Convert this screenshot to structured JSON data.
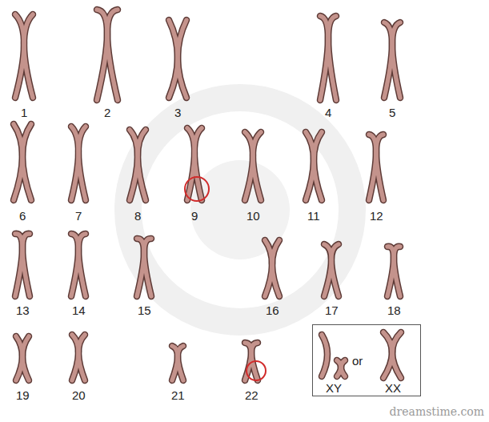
{
  "diagram": {
    "nodes": [
      {
        "text": [
          "or",
          "XY",
          "XX"
        ]
      }
    ],
    "labels": [
      "1",
      "2",
      "3",
      "4",
      "5",
      "6",
      "7",
      "8",
      "9",
      "10",
      "11",
      "12",
      "13",
      "14",
      "15",
      "16",
      "17",
      "18",
      "19",
      "20",
      "21",
      "22",
      "dreamstime.com"
    ]
  }
}
